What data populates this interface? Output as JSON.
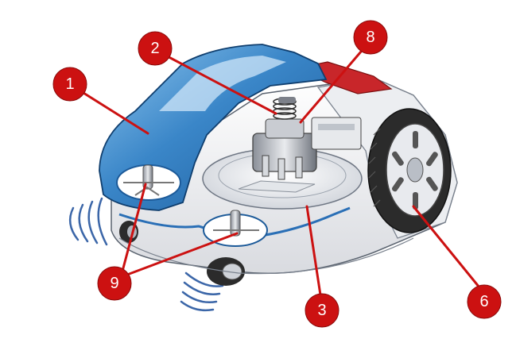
{
  "callouts": [
    {
      "id": "1",
      "label": "1"
    },
    {
      "id": "2",
      "label": "2"
    },
    {
      "id": "8",
      "label": "8"
    },
    {
      "id": "9",
      "label": "9"
    },
    {
      "id": "3",
      "label": "3"
    },
    {
      "id": "6",
      "label": "6"
    }
  ],
  "colors": {
    "callout_fill": "#cc1111",
    "leader_line": "#cc1111",
    "shell_blue": "#3a86c8",
    "shell_blue_dark": "#1c5a99",
    "body_white": "#f4f4f6",
    "tire": "#2b2b2b",
    "roof_red": "#c8262a"
  },
  "icons": [
    "sound-wave-icon",
    "sound-wave-icon"
  ]
}
